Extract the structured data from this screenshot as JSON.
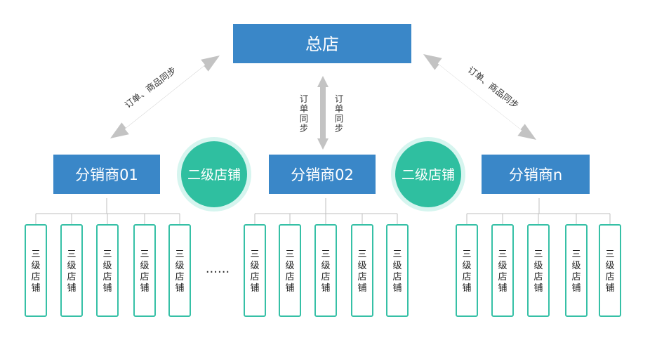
{
  "hq": {
    "label": "总店"
  },
  "distributors": [
    {
      "label": "分销商01"
    },
    {
      "label": "分销商02"
    },
    {
      "label": "分销商n"
    }
  ],
  "second_level": [
    {
      "label": "二级店铺"
    },
    {
      "label": "二级店铺"
    }
  ],
  "third_level_label": "三级店铺",
  "sync_labels": {
    "left": "订单、商品同步",
    "right": "订单、商品同步",
    "center_left": "订单同步",
    "center_right": "订单同步"
  },
  "ellipsis": "......",
  "colors": {
    "primary_blue": "#3a87c8",
    "teal": "#2fbfa0",
    "teal_light": "#d6f5ef",
    "store_border": "#36c0a6",
    "arrow_gray": "#c3c3c3"
  }
}
